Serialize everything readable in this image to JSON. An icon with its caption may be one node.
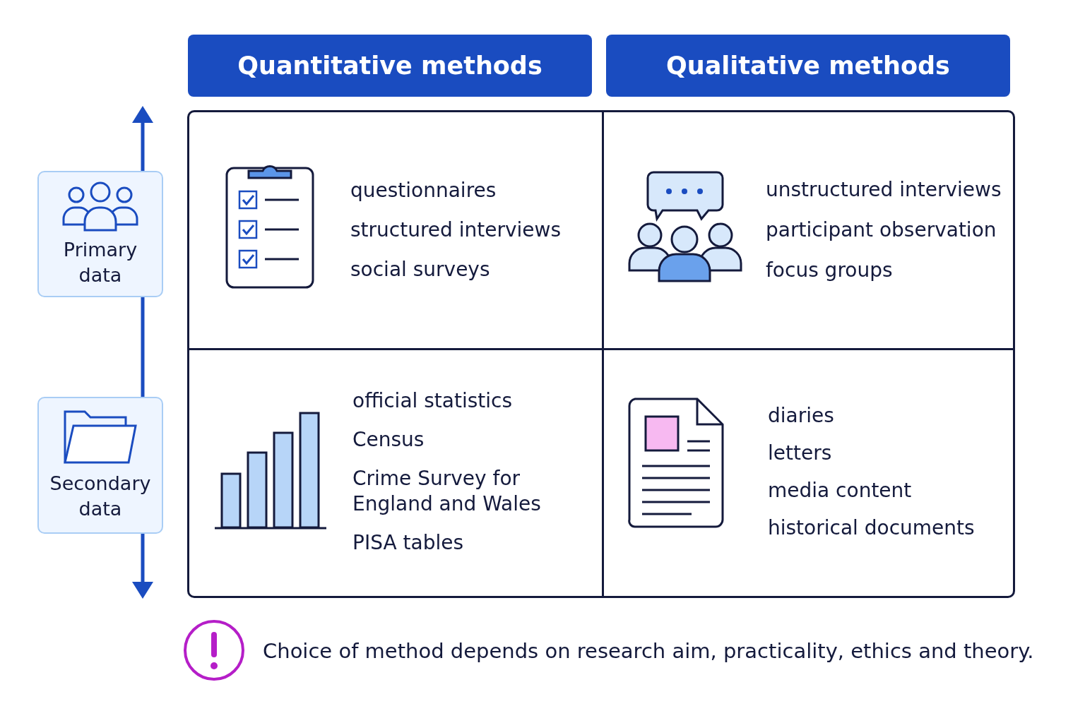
{
  "diagram": {
    "nodes": [
      {
        "text": [
          "Quantitative methods"
        ]
      },
      {
        "text": [
          "Qualitative methods"
        ]
      },
      {
        "text": [
          "Primary data"
        ]
      },
      {
        "text": [
          "questionnaires",
          "structured interviews",
          "social surveys"
        ]
      },
      {
        "text": [
          "unstructured interviews",
          "participant observation",
          "focus groups"
        ]
      },
      {
        "text": [
          "Secondary data"
        ]
      },
      {
        "text": [
          "official statistics",
          "Census",
          "Crime Survey for England and Wales",
          "PISA tables"
        ]
      },
      {
        "text": [
          "diaries",
          "letters",
          "media content",
          "historical documents"
        ]
      }
    ],
    "labels": [
      "Choice of method depends on research aim, practicality, ethics and theory."
    ]
  }
}
